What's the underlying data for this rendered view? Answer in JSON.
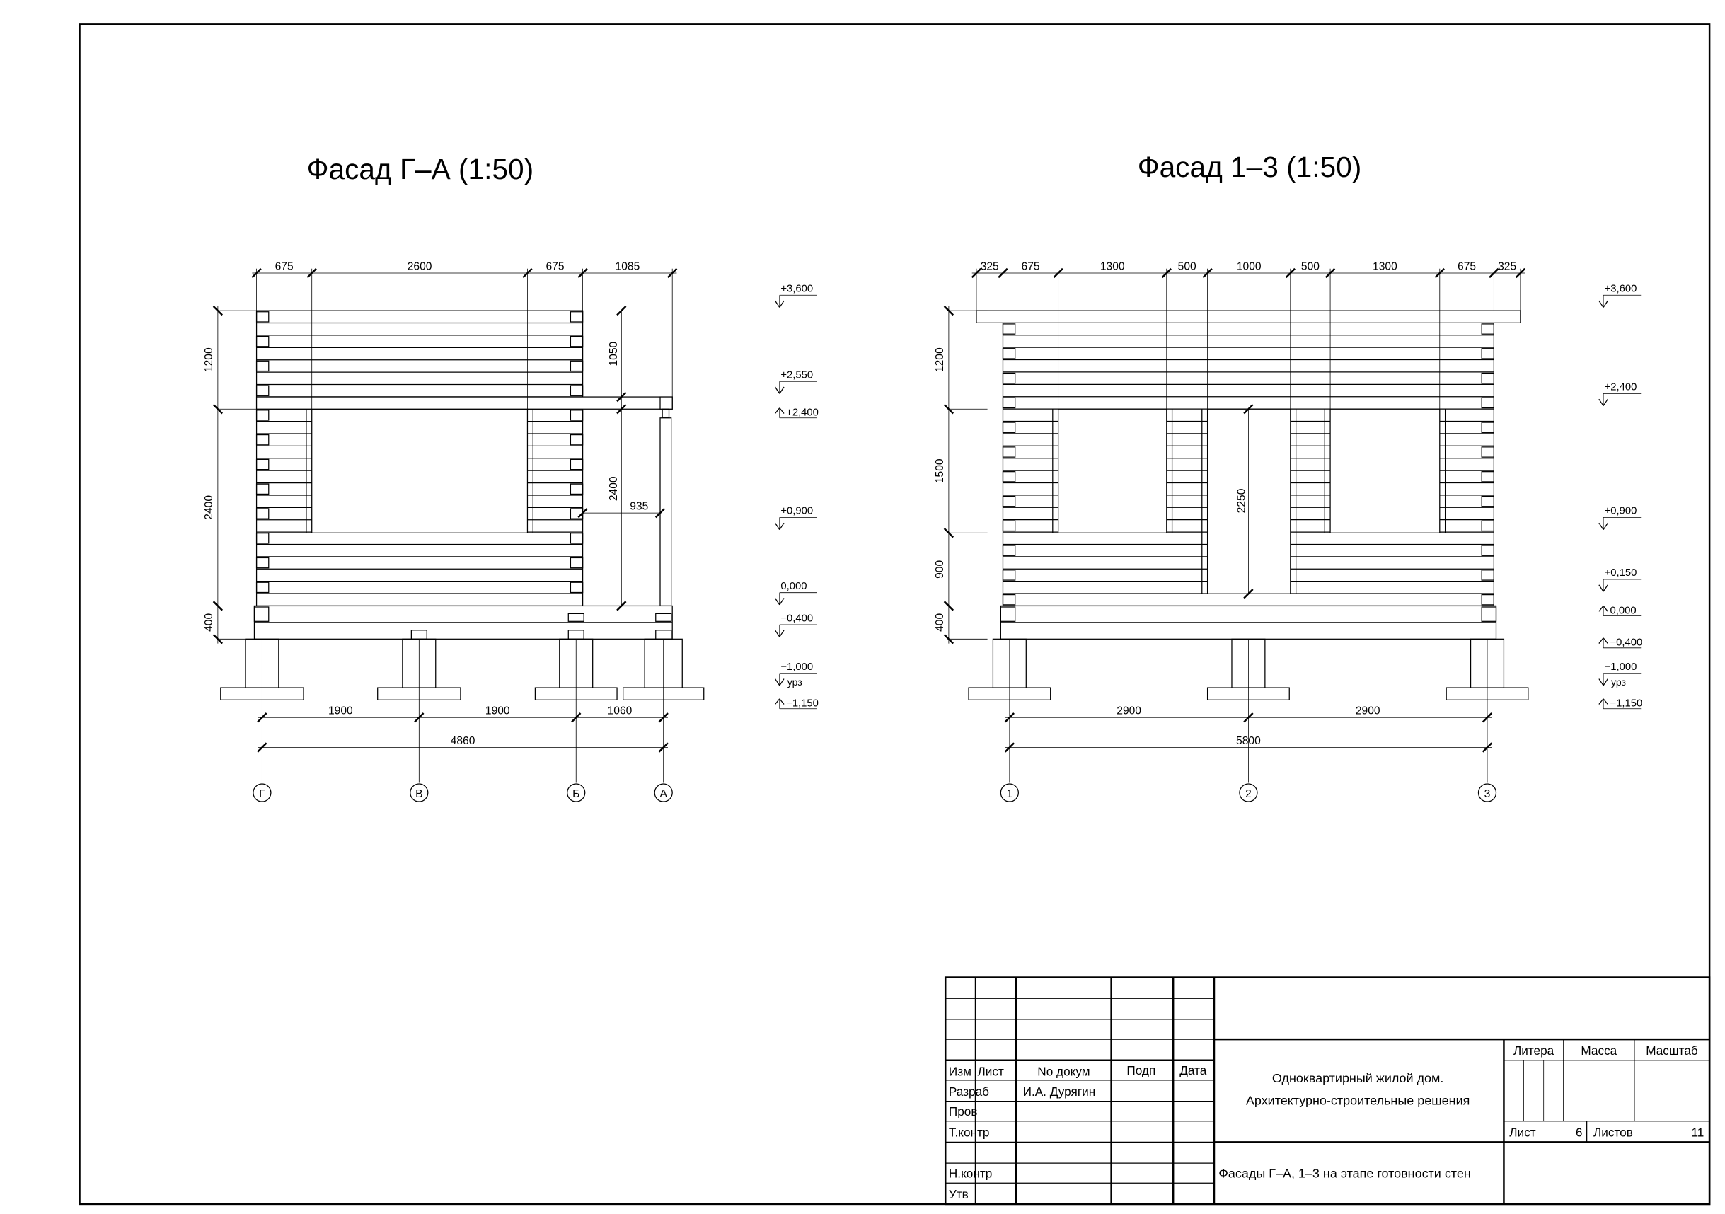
{
  "facade_ga": {
    "title": "Фасад Г–А (1:50)",
    "top_dims": [
      "675",
      "2600",
      "675",
      "1085"
    ],
    "left_dims": [
      "1200",
      "2400",
      "400"
    ],
    "right_dims": [
      "1050",
      "2400"
    ],
    "porch_dim": "935",
    "bottom_dims": [
      "1900",
      "1900",
      "1060"
    ],
    "overall_dim": "4860",
    "axes": [
      "Г",
      "В",
      "Б",
      "А"
    ],
    "levels": [
      "+3,600",
      "+2,550",
      "+2,400",
      "+0,900",
      "0,000",
      "−0,400",
      "−1,000",
      "урз",
      "−1,150"
    ]
  },
  "facade_13": {
    "title": "Фасад 1–3 (1:50)",
    "top_dims": [
      "325",
      "675",
      "1300",
      "500",
      "1000",
      "500",
      "1300",
      "675",
      "325"
    ],
    "left_dims": [
      "1200",
      "1500",
      "900",
      "400"
    ],
    "door_dim": "2250",
    "bottom_dims": [
      "2900",
      "2900"
    ],
    "overall_dim": "5800",
    "axes": [
      "1",
      "2",
      "3"
    ],
    "levels": [
      "+3,600",
      "+2,400",
      "+0,900",
      "+0,150",
      "0,000",
      "−0,400",
      "−1,000",
      "урз",
      "−1,150"
    ]
  },
  "title_block": {
    "headers": [
      "Изм",
      "Лист",
      "No докум",
      "Подп",
      "Дата"
    ],
    "roles": [
      "Разраб",
      "Пров",
      "Т.контр",
      "Н.контр",
      "Утв"
    ],
    "developer": "И.А. Дурягин",
    "project_line1": "Одноквартирный жилой дом.",
    "project_line2": "Архитектурно-строительные решения",
    "sheet_title": "Фасады Г–А, 1–3 на этапе готовности стен",
    "litera_label": "Литера",
    "mass_label": "Масса",
    "scale_label": "Масштаб",
    "sheet_label": "Лист",
    "sheet_number": "6",
    "sheets_label": "Листов",
    "sheets_total": "11"
  }
}
